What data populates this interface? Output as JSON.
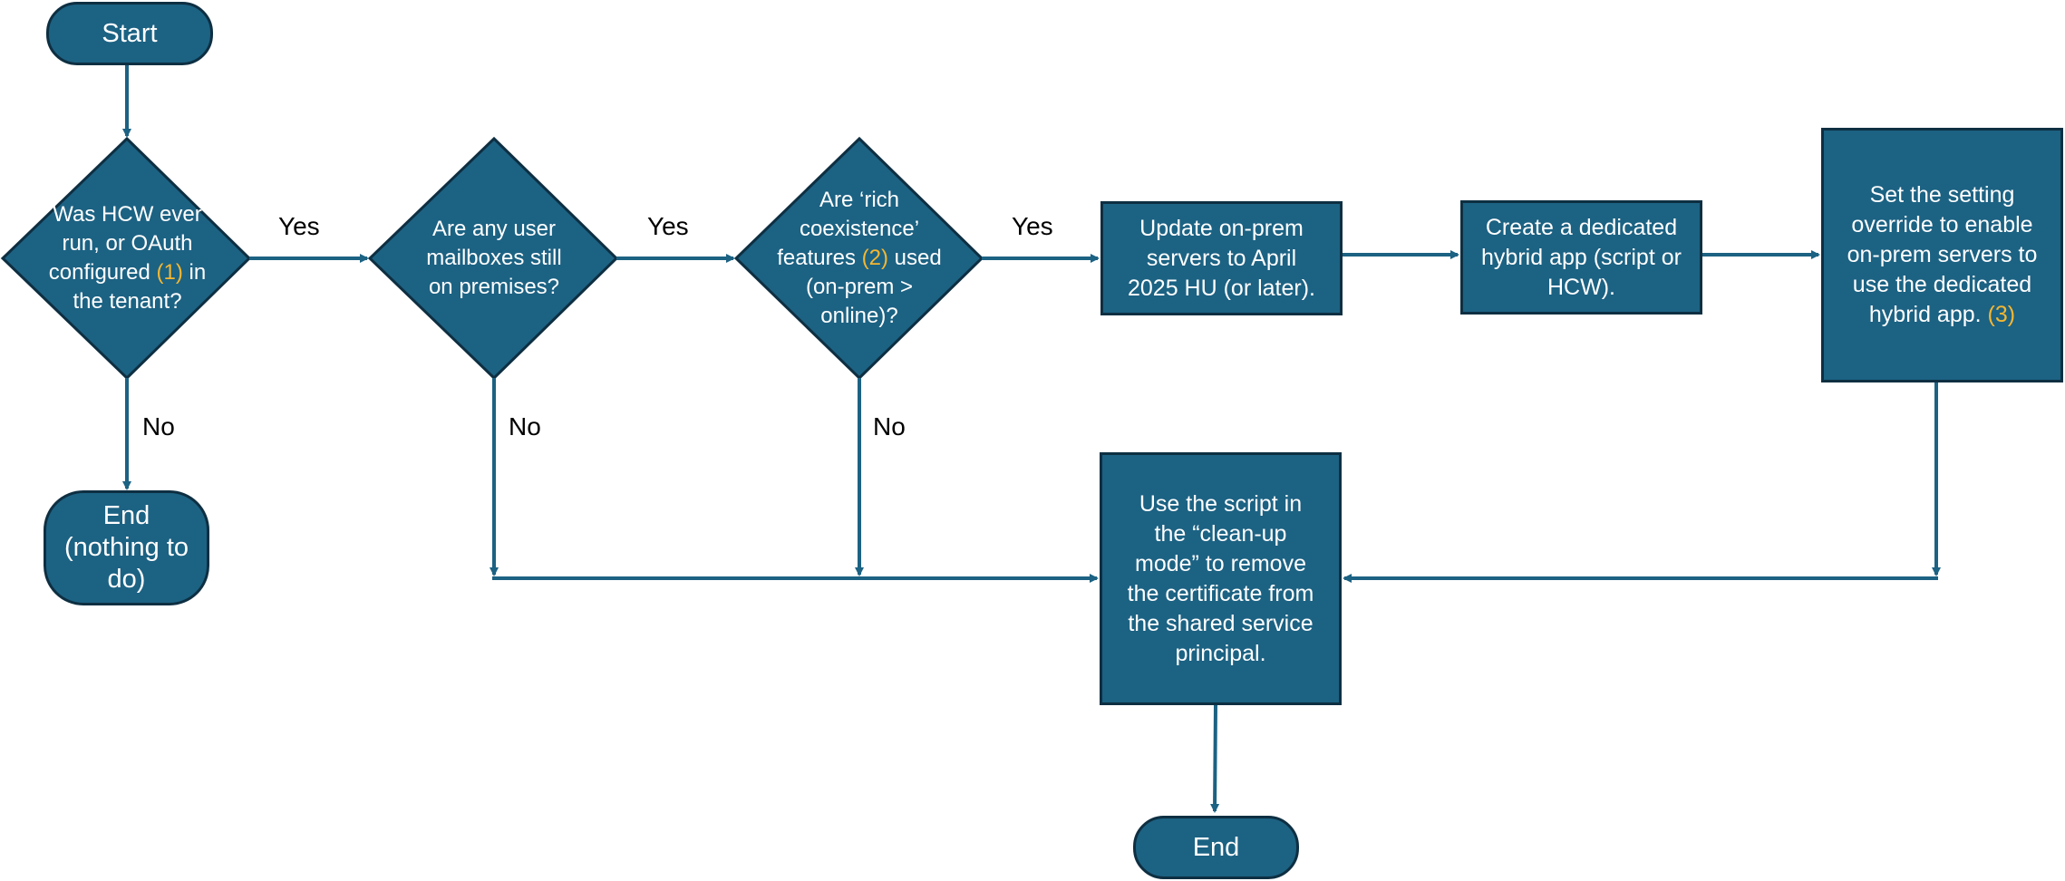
{
  "nodes": {
    "start": "Start",
    "q1": {
      "before": "Was HCW ever run, or OAuth configured ",
      "ref": "(1)",
      "after": " in the tenant?"
    },
    "end_nothing": "End (nothing to do)",
    "q2": "Are any user mailboxes still on premises?",
    "q3": {
      "before": "Are ‘rich coexistence’ features ",
      "ref": "(2)",
      "after": " used (on-prem > online)?"
    },
    "step_update": "Update on-prem servers to April 2025 HU (or later).",
    "step_create": "Create a dedicated hybrid app (script or HCW).",
    "step_override": {
      "before": "Set the setting override to enable on-prem servers to use the dedicated hybrid app. ",
      "ref": "(3)"
    },
    "step_cleanup": "Use the script in the “clean-up mode” to remove the certificate from the shared service principal.",
    "end": "End"
  },
  "edge_labels": {
    "q1_yes": "Yes",
    "q1_no": "No",
    "q2_yes": "Yes",
    "q2_no": "No",
    "q3_yes": "Yes",
    "q3_no": "No"
  },
  "colors": {
    "node_fill": "#1c6283",
    "node_border": "#0e2f42",
    "connector": "#1c6283",
    "reference_highlight": "#f5b731"
  }
}
